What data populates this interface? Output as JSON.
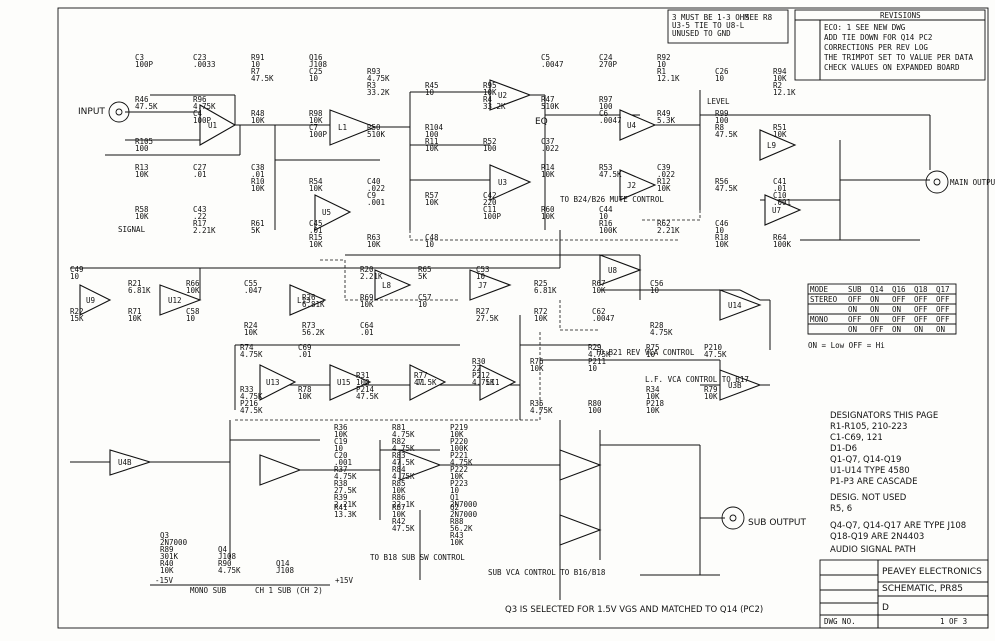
{
  "labels": {
    "input": "INPUT",
    "signal": "SIGNAL",
    "main_output": "MAIN OUTPUT",
    "sub_output": "SUB OUTPUT",
    "eq": "EQ",
    "level": "LEVEL",
    "mono_sub": "MONO SUB",
    "ch1_sub": "CH 1 SUB (CH 2)",
    "neg15": "-15V",
    "pos15": "+15V",
    "audio_path": "AUDIO SIGNAL PATH"
  },
  "amps": [
    "U1",
    "L1",
    "U5",
    "U2",
    "U3",
    "U4",
    "J2",
    "U7",
    "L9",
    "U9",
    "U12",
    "L13",
    "L8",
    "J7",
    "U8",
    "U14",
    "U13",
    "U15",
    "J1",
    "L11",
    "U3B",
    "U4B"
  ],
  "components": [
    "C3 100P",
    "C5 .0047",
    "R7 47.5K",
    "R1 12.1K",
    "R3 33.2K",
    "R2 12.1K",
    "R4 33.2K",
    "C4 100P",
    "C6 .0047",
    "C7 100P",
    "R8 47.5K",
    "R11 10K",
    "R13 10K",
    "R14 10K",
    "R10 10K",
    "R12 10K",
    "C9 .001",
    "C10 .001",
    "C11 100P",
    "R17 2.21K",
    "R16 100K",
    "R15 10K",
    "R18 10K",
    "R20 2.21K",
    "R21 6.81K",
    "R25 6.81K",
    "R26 6.81K",
    "R22 15K",
    "R27 27.5K",
    "R24 10K",
    "R28 4.75K",
    "R29 4.75K",
    "R30 22",
    "R31 100",
    "R33 4.75K",
    "R34 10K",
    "R35 4.75K",
    "R36 10K",
    "C19 10",
    "C20 .001",
    "R37 4.75K",
    "R38 27.5K",
    "R39 2.21K",
    "R41 13.3K",
    "R42 47.5K",
    "R43 10K",
    "R40 10K",
    "C23 .0033",
    "C24 270P",
    "C25 10",
    "C26 10",
    "R45 10",
    "R46 47.5K",
    "R47 510K",
    "R48 10K",
    "R49 5.3K",
    "R50 510K",
    "R51 10K",
    "R52 100",
    "C27 .01",
    "R53 47.5K",
    "R54 10K",
    "R56 47.5K",
    "R57 10K",
    "R58 10K",
    "R60 10K",
    "R61 5K",
    "R62 2.21K",
    "R63 10K",
    "R64 100K",
    "R65 5K",
    "R66 10K",
    "R67 10K",
    "R69 10K",
    "R71 10K",
    "R72 10K",
    "R73 56.2K",
    "R74 4.75K",
    "R75 10",
    "R76 10K",
    "R77 47.5K",
    "R78 10K",
    "R79 10K",
    "R80 100",
    "R81 4.75K",
    "R82 4.75K",
    "R83 47.5K",
    "R84 4.75K",
    "R85 10K",
    "R86 22.1K",
    "R87 10K",
    "R88 56.2K",
    "R89 301K",
    "R90 4.75K",
    "R91 10",
    "R92 10",
    "R93 4.75K",
    "R94 10K",
    "R95 10K",
    "R96 4.75K",
    "R97 100",
    "R98 10K",
    "R99 100",
    "R104 100",
    "R105 100",
    "C37 .022",
    "C38 .01",
    "C39 .022",
    "C40 .022",
    "C41 .01",
    "C42 220",
    "C43 .22",
    "C44 10",
    "C45 .01",
    "C46 10",
    "C48 10",
    "C49 10",
    "C53 10",
    "C55 .047",
    "C56 10",
    "C57 10",
    "C58 10",
    "C62 .0047",
    "C64 .01",
    "C69 .01",
    "P210 47.5K",
    "P211 10",
    "P212 4.75K",
    "P214 47.5K",
    "P216 47.5K",
    "P218 10K",
    "P219 10K",
    "P220 100K",
    "P221 4.75K",
    "P222 10K",
    "P223 10",
    "Q1 2N7000",
    "Q2 2N7000",
    "Q3 2N7000",
    "Q4 J108",
    "Q14 J108",
    "Q16 J108"
  ],
  "notes": [
    "Q3 IS SELECTED FOR 1.5V VGS AND MATCHED TO Q14 (PC2)",
    "L.F. VCA CONTROL TO B17",
    "TO B21 REV VCA CONTROL",
    "SUB VCA CONTROL TO B16/B18",
    "TO B18 SUB SW CONTROL",
    "TO B24/B26 MUTE CONTROL"
  ],
  "switch_table": {
    "headers": [
      "MODE",
      "SUB",
      "Q14",
      "Q16",
      "Q18",
      "Q17"
    ],
    "rows": [
      [
        "STEREO",
        "OFF",
        "ON",
        "OFF",
        "OFF",
        "OFF"
      ],
      [
        "",
        "ON",
        "ON",
        "ON",
        "OFF",
        "OFF"
      ],
      [
        "MONO",
        "OFF",
        "ON",
        "OFF",
        "OFF",
        "OFF"
      ],
      [
        "",
        "ON",
        "OFF",
        "ON",
        "ON",
        "ON"
      ]
    ],
    "footnote": "ON = Low  OFF = Hi"
  },
  "designators": [
    "DESIGNATORS THIS PAGE",
    "R1-R105, 210-223",
    "C1-C69, 121",
    "D1-D6",
    "Q1-Q7, Q14-Q19",
    "U1-U14 TYPE 4580",
    "P1-P3 ARE CASCADE"
  ],
  "design_not_used": [
    "DESIG. NOT USED",
    "R5, 6"
  ],
  "fet_notes": [
    "Q4-Q7, Q14-Q17 ARE TYPE J108",
    "Q18-Q19 ARE 2N4403"
  ],
  "revisions": [
    "ECO: 1 SEE NEW DWG",
    "ADD TIE DOWN FOR Q14 PC2",
    "CORRECTIONS PER REV LOG",
    "THE TRIMPOT SET TO VALUE PER DATA",
    "CHECK VALUES ON EXPANDED BOARD"
  ],
  "revision_header": "REVISIONS",
  "top_notes": [
    "3 MUST BE 1-3 OHM",
    "U3-5 TIE TO U8-L",
    "UNUSED TO GND",
    "SEE R8"
  ],
  "title_block": {
    "company": "PEAVEY ELECTRONICS",
    "title": "SCHEMATIC, PR85",
    "size": "D",
    "sheet": "1 OF 3",
    "corner": "DWG NO."
  }
}
